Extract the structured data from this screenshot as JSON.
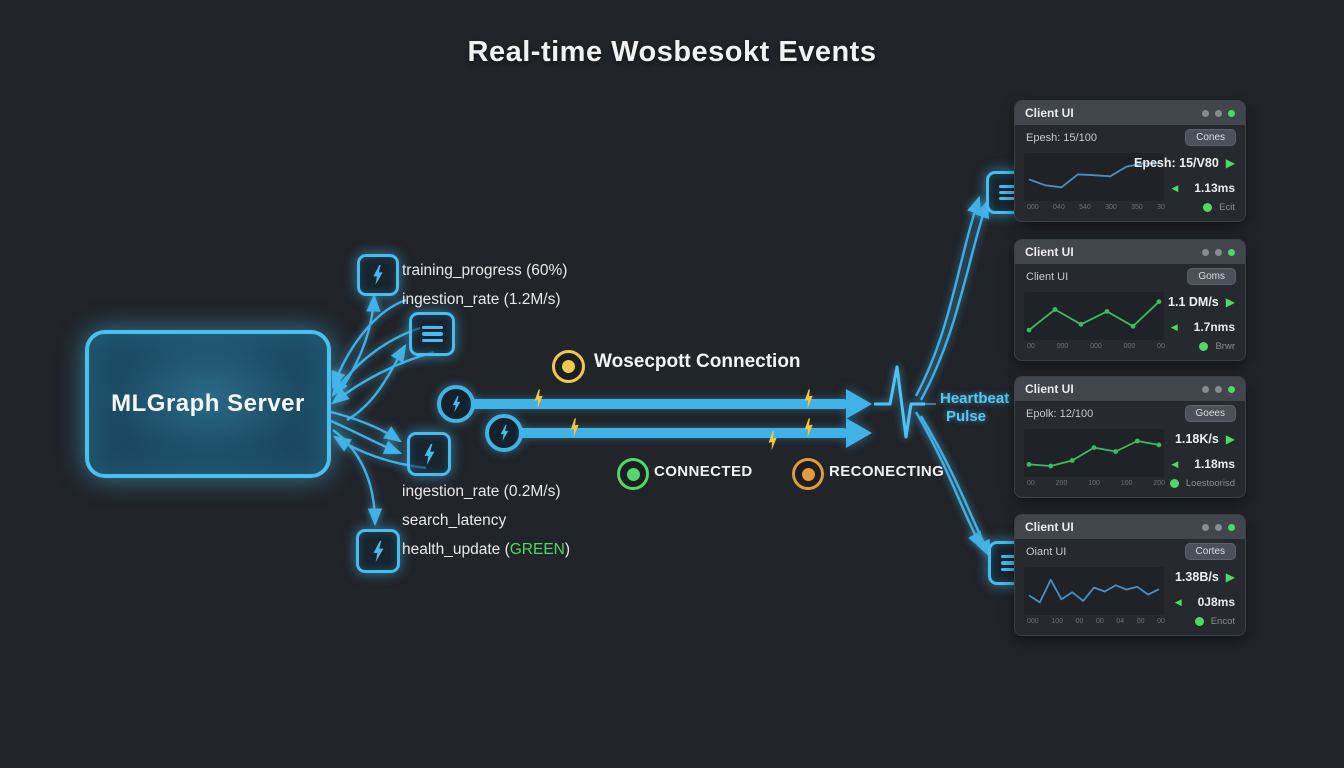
{
  "title": "Real-time Wosbesokt Events",
  "server": {
    "label": "MLGraph Server"
  },
  "events": {
    "top": [
      "training_progress (60%)",
      "ingestion_rate (1.2M/s)"
    ],
    "bottom": [
      "ingestion_rate (0.2M/s)",
      "search_latency"
    ],
    "health_prefix": "health_update (",
    "health_value": "GREEN",
    "health_suffix": ")"
  },
  "connection": {
    "label": "Wosecpott Connection"
  },
  "statuses": [
    {
      "label": "CONNECTED",
      "color": "#52d769"
    },
    {
      "label": "RECONECTING",
      "color": "#e09b3d"
    }
  ],
  "heartbeat": {
    "line1": "Heartbeat",
    "line2": "Pulse"
  },
  "panels": [
    {
      "window_title": "Client UI",
      "label": "Epesh: 15/100",
      "button": "Cones",
      "rate": "Epesh: 15/V80",
      "latency": "1.13ms",
      "status": "Ecit",
      "chart": {
        "type": "line",
        "color": "#4a8fc0",
        "values": [
          45,
          30,
          25,
          58,
          56,
          53,
          78,
          86,
          86
        ],
        "ticks": [
          "000",
          "040",
          "540",
          "300",
          "350",
          "30"
        ]
      }
    },
    {
      "window_title": "Client UI",
      "label": "Client UI",
      "button": "Goms",
      "rate": "1.1 DM/s",
      "latency": "1.7nms",
      "status": "Brwr",
      "chart": {
        "type": "line-dots",
        "color": "#3dba5f",
        "values": [
          15,
          68,
          30,
          63,
          25,
          88
        ],
        "ticks": [
          "00",
          "000",
          "000",
          "000",
          "00"
        ]
      }
    },
    {
      "window_title": "Client UI",
      "label": "Epolk: 12/100",
      "button": "Goees",
      "rate": "1.18K/s",
      "latency": "1.18ms",
      "status": "Loestoorisd",
      "chart": {
        "type": "line-dots",
        "color": "#3dba5f",
        "values": [
          22,
          18,
          32,
          65,
          55,
          82,
          72
        ],
        "ticks": [
          "00",
          "200",
          "100",
          "100",
          "200"
        ]
      }
    },
    {
      "window_title": "Client UI",
      "label": "Oiant UI",
      "button": "Cortes",
      "rate": "1.38B/s",
      "latency": "0J8ms",
      "status": "Encot",
      "chart": {
        "type": "line",
        "color": "#4a8fc0",
        "values": [
          40,
          22,
          80,
          30,
          48,
          26,
          60,
          50,
          66,
          55,
          62,
          42,
          56
        ],
        "ticks": [
          "000",
          "100",
          "00",
          "00",
          "04",
          "00",
          "00"
        ]
      }
    }
  ],
  "colors": {
    "background": "#212429",
    "cyan": "#46bcf0",
    "stream": "#41b2e5",
    "yellow": "#f0c94a",
    "green": "#4cd964",
    "orange": "#e09b3d",
    "blue_line": "#4a8fc0",
    "green_line": "#3dba5f"
  }
}
